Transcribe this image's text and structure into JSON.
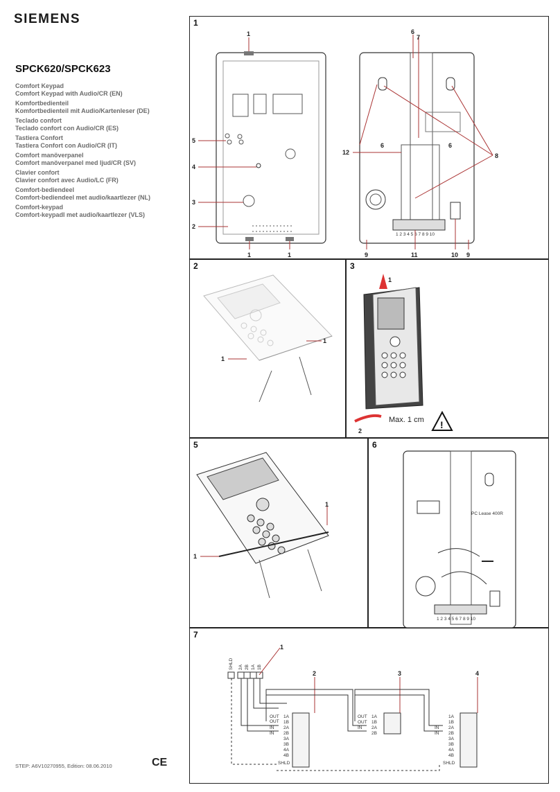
{
  "header": {
    "brand": "SIEMENS",
    "product": "SPCK620/SPCK623"
  },
  "languages": [
    {
      "l1": "Comfort Keypad",
      "l2": "Comfort Keypad with Audio/CR (EN)"
    },
    {
      "l1": "Komfortbedienteil",
      "l2": "Komfortbedienteil mit Audio/Kartenleser (DE)"
    },
    {
      "l1": "Teclado confort",
      "l2": "Teclado confort con Audio/CR (ES)"
    },
    {
      "l1": "Tastiera Confort",
      "l2": "Tastiera Confort con Audio/CR (IT)"
    },
    {
      "l1": "Comfort manöverpanel",
      "l2": "Comfort manöverpanel med ljud/CR (SV)"
    },
    {
      "l1": "Clavier confort",
      "l2": "Clavier confort avec Audio/LC (FR)"
    },
    {
      "l1": "Comfort-bediendeel",
      "l2": "Comfort-bediendeel met audio/kaartlezer (NL)"
    },
    {
      "l1": "Comfort-keypad",
      "l2": "Comfort-keypadl met audio/kaartlezer (VLS)"
    }
  ],
  "footer": {
    "step": "STEP: A6V10270955, Edition: 08.06.2010",
    "ce": "CE"
  },
  "panels": {
    "p1": {
      "num": "1",
      "callouts": [
        "1",
        "5",
        "4",
        "3",
        "2",
        "1",
        "1",
        "6",
        "7",
        "12",
        "6",
        "6",
        "8",
        "9",
        "11",
        "10",
        "9"
      ],
      "terminals": "1 2 3 4 5 6 7 8 9 10"
    },
    "p2": {
      "num": "2",
      "callouts": [
        "1",
        "1"
      ]
    },
    "p3": {
      "num": "3",
      "callouts": [
        "1",
        "2"
      ],
      "max": "Max. 1 cm"
    },
    "p5": {
      "num": "5",
      "callouts": [
        "1",
        "1"
      ]
    },
    "p6": {
      "num": "6",
      "label": "PC Lease 400R",
      "terminals": "1 2 3 4 5 6 7 8 9 10"
    },
    "p7": {
      "num": "7",
      "callouts": [
        "1",
        "2",
        "3",
        "4"
      ],
      "headers": [
        "SHLD",
        "2A",
        "2B",
        "1A",
        "1B"
      ],
      "ports_full": [
        "1A",
        "1B",
        "2A",
        "2B",
        "3A",
        "3B",
        "4A",
        "4B",
        "SHLD"
      ],
      "out": "OUT",
      "in": "IN"
    }
  }
}
